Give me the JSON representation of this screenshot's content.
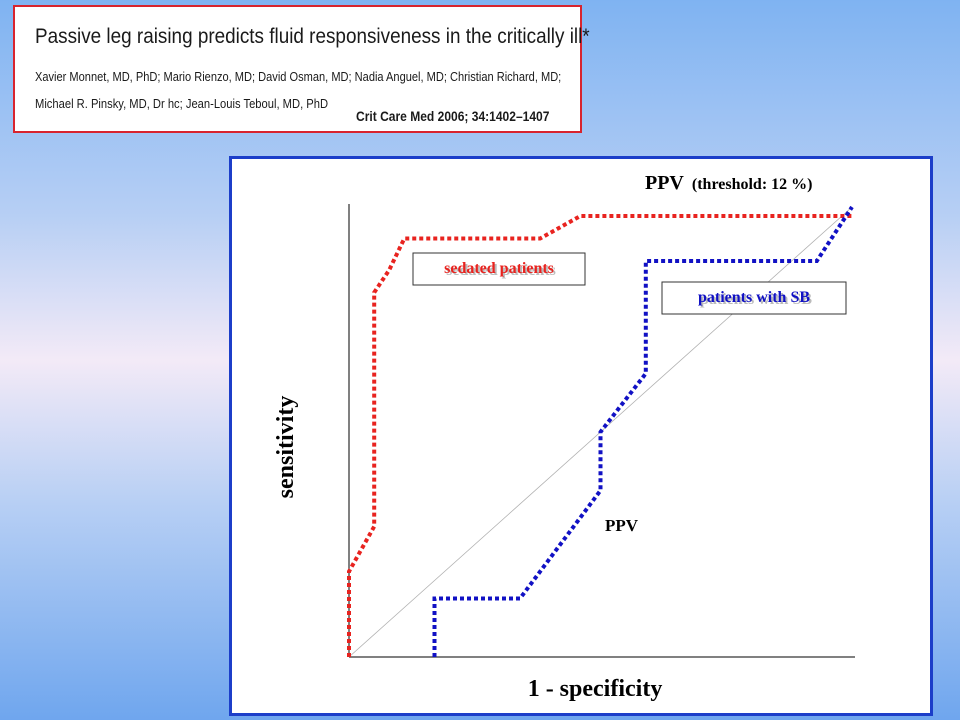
{
  "citation": {
    "title": "Passive leg raising predicts fluid responsiveness in the critically ill*",
    "authors_line1": "Xavier Monnet, MD, PhD; Mario Rienzo, MD; David Osman, MD; Nadia Anguel, MD; Christian Richard, MD;",
    "authors_line2": "Michael R. Pinsky, MD, Dr hc; Jean-Louis Teboul, MD, PhD",
    "journal": "Crit Care Med 2006; 34:1402–1407"
  },
  "chart_data": {
    "type": "line",
    "title": "PPV",
    "title_note": "(threshold: 12 %)",
    "xlabel": "1 - specificity",
    "ylabel": "sensitivity",
    "xlim": [
      0,
      1
    ],
    "ylim": [
      0,
      1
    ],
    "reference_line": [
      [
        0,
        0
      ],
      [
        1,
        1
      ]
    ],
    "annotations": [
      {
        "text": "PPV",
        "x": 0.5,
        "y": 0.3
      }
    ],
    "series": [
      {
        "name": "sedated patients",
        "color": "#e8231f",
        "style": "dotted",
        "points": [
          [
            0,
            0
          ],
          [
            0,
            0.19
          ],
          [
            0.05,
            0.29
          ],
          [
            0.05,
            0.81
          ],
          [
            0.08,
            0.86
          ],
          [
            0.11,
            0.93
          ],
          [
            0.38,
            0.93
          ],
          [
            0.46,
            0.98
          ],
          [
            1,
            0.98
          ]
        ]
      },
      {
        "name": "patients with SB",
        "color": "#1111c4",
        "style": "dotted",
        "points": [
          [
            0.17,
            0
          ],
          [
            0.17,
            0.13
          ],
          [
            0.34,
            0.13
          ],
          [
            0.5,
            0.37
          ],
          [
            0.5,
            0.5
          ],
          [
            0.59,
            0.63
          ],
          [
            0.59,
            0.88
          ],
          [
            0.93,
            0.88
          ],
          [
            1,
            1
          ]
        ]
      }
    ]
  }
}
